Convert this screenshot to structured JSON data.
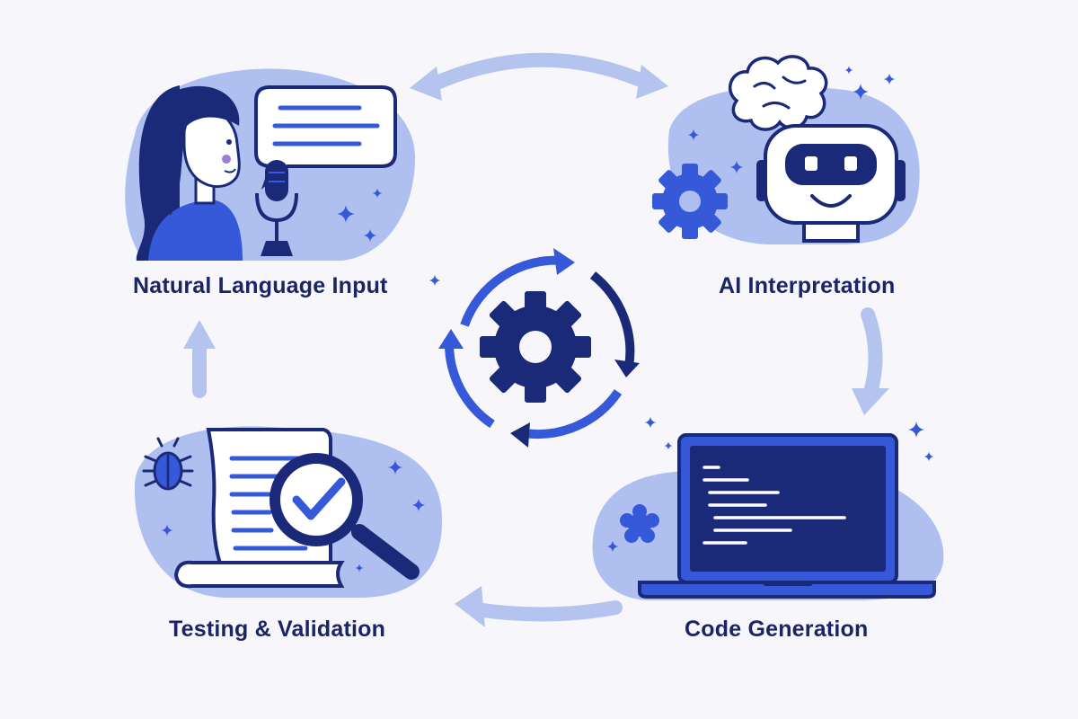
{
  "colors": {
    "background": "#f7f7fb",
    "navy": "#1b2a78",
    "royal": "#3559d8",
    "blob": "#aebff0",
    "pale_arrow": "#b4c4ef",
    "text": "#1a2466",
    "skin": "#ffffff",
    "cheek": "#9b7fd0"
  },
  "stages": {
    "input": {
      "label": "Natural Language Input",
      "icons": [
        "woman-icon",
        "speech-bubble-icon",
        "microphone-icon"
      ]
    },
    "ai": {
      "label": "AI Interpretation",
      "icons": [
        "brain-icon",
        "robot-icon",
        "gear-icon"
      ]
    },
    "code": {
      "label": "Code Generation",
      "icons": [
        "laptop-icon",
        "code-lines-icon",
        "gear-icon"
      ]
    },
    "test": {
      "label": "Testing & Validation",
      "icons": [
        "bug-icon",
        "document-icon",
        "magnifier-checkmark-icon"
      ]
    }
  },
  "center": {
    "icons": [
      "cycle-arrows-icon",
      "gear-icon"
    ]
  }
}
